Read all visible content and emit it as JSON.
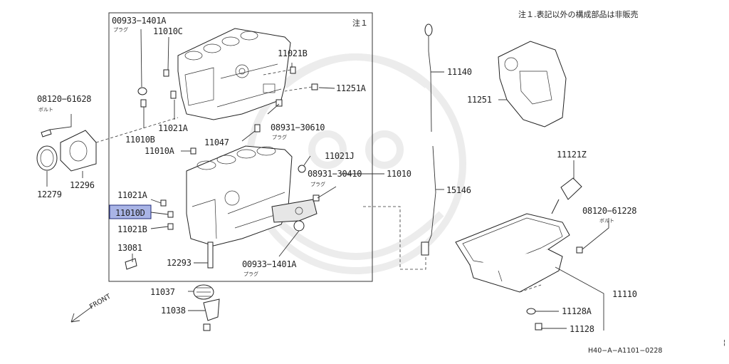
{
  "note_top_right": "注１.表記以外の構成部品は非販売",
  "box_note": "注１",
  "front_label": "FRONT",
  "image_code": "H40−A−A1101−0228",
  "highlight_color": "#a9b4e6",
  "labels": {
    "p00933_top": "00933−1401A",
    "p00933_top_sub": "プラグ",
    "p11010c": "11010C",
    "p11021b": "11021B",
    "p11251a": "11251A",
    "p08120_61628": "08120−61628",
    "p08120_61628_sub": "ボルト",
    "p11010b": "11010B",
    "p11021a_top": "11021A",
    "p08931_30610": "08931−30610",
    "p08931_30610_sub": "プラグ",
    "p11047": "11047",
    "p11010a": "11010A",
    "p11021j": "11021J",
    "p08931_30410": "08931−30410",
    "p08931_30410_sub": "プラグ",
    "p11010": "11010",
    "p12279": "12279",
    "p12296": "12296",
    "p11021a_bottom": "11021A",
    "p11010d": "11010D",
    "p11021b_bottom": "11021B",
    "p13081": "13081",
    "p12293": "12293",
    "p00933_bottom": "00933−1401A",
    "p00933_bottom_sub": "プラグ",
    "p11037": "11037",
    "p11038": "11038",
    "p11140": "11140",
    "p11251": "11251",
    "p15146": "15146",
    "p11121z": "11121Z",
    "p08120_61228": "08120−61228",
    "p08120_61228_sub": "ボルト",
    "p11110": "11110",
    "p11128a": "11128A",
    "p11128": "11128"
  }
}
